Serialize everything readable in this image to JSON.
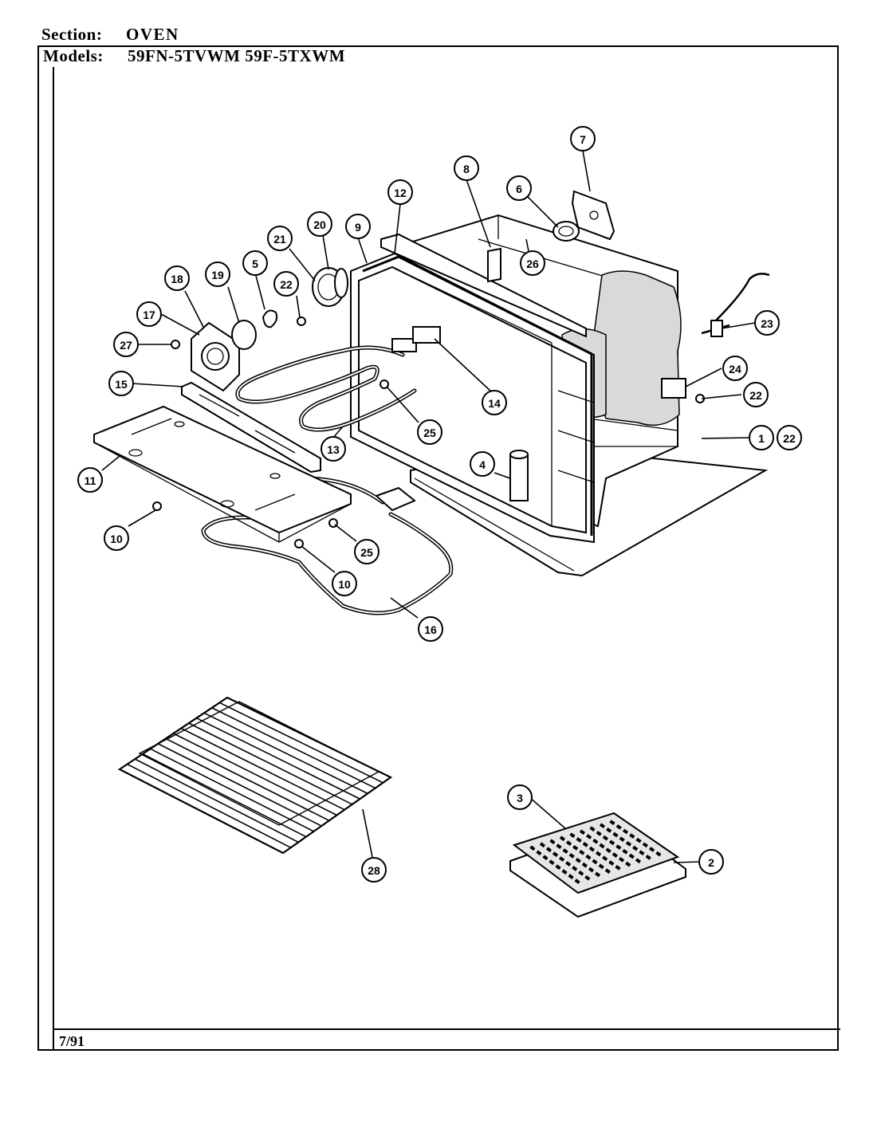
{
  "header": {
    "section_label": "Section:",
    "section_value": "OVEN",
    "models_label": "Models:",
    "models_value": "59FN-5TVWM  59F-5TXWM"
  },
  "footer": {
    "date": "7/91"
  },
  "callouts": [
    "1",
    "22",
    "2",
    "3",
    "4",
    "5",
    "6",
    "7",
    "8",
    "9",
    "10",
    "10",
    "10",
    "11",
    "12",
    "13",
    "14",
    "15",
    "16",
    "17",
    "18",
    "19",
    "20",
    "21",
    "22",
    "22",
    "22",
    "23",
    "24",
    "25",
    "25",
    "25",
    "26",
    "27",
    "28"
  ]
}
